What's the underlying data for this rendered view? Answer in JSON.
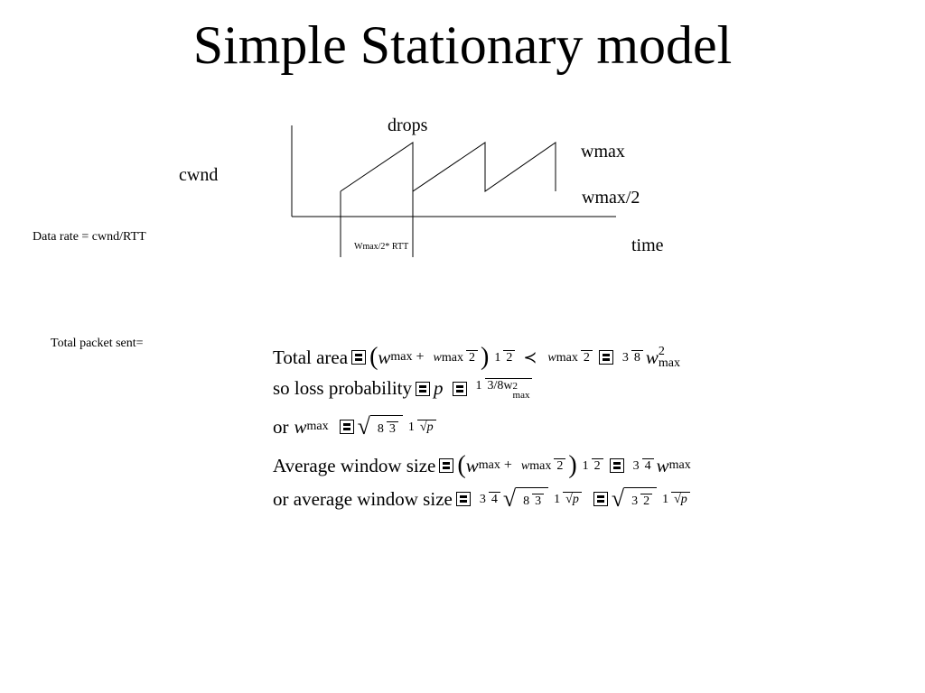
{
  "title": "Simple Stationary model",
  "plot": {
    "label_drops": "drops",
    "label_wmax": "wmax",
    "label_wmax_half": "wmax/2",
    "label_cwnd": "cwnd",
    "label_time": "time",
    "label_period": "Wmax/2* RTT"
  },
  "data_rate": "Data rate = cwnd/RTT",
  "total_packets": "Total packet sent=",
  "equations": {
    "eq1_prefix": "Total area",
    "eq2_prefix": "so loss probability",
    "eq3_prefix": "or",
    "eq4_prefix": "Average window size",
    "eq5_prefix": "or average window size",
    "w": "w",
    "max": "max",
    "p": "p",
    "n1": "1",
    "n2": "2",
    "n3": "3",
    "n4": "4",
    "n8": "8",
    "three_eighths_w": "3/8w",
    "sq2": "2"
  }
}
